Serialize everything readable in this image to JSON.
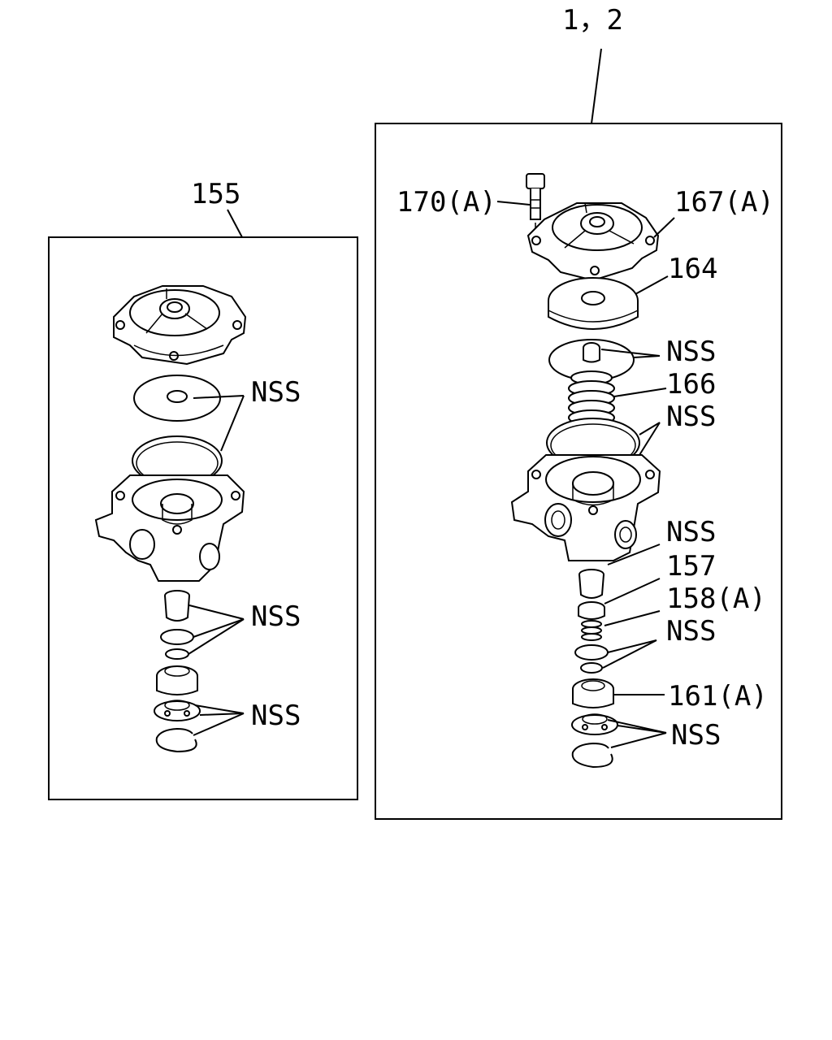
{
  "assemblies": [
    {
      "id": "left",
      "ref": "155",
      "callouts": [
        "NSS",
        "NSS",
        "NSS"
      ]
    },
    {
      "id": "right",
      "ref": "1，2",
      "callouts": [
        "170(A)",
        "167(A)",
        "164",
        "NSS",
        "166",
        "NSS",
        "NSS",
        "157",
        "158(A)",
        "NSS",
        "161(A)",
        "NSS"
      ]
    }
  ]
}
